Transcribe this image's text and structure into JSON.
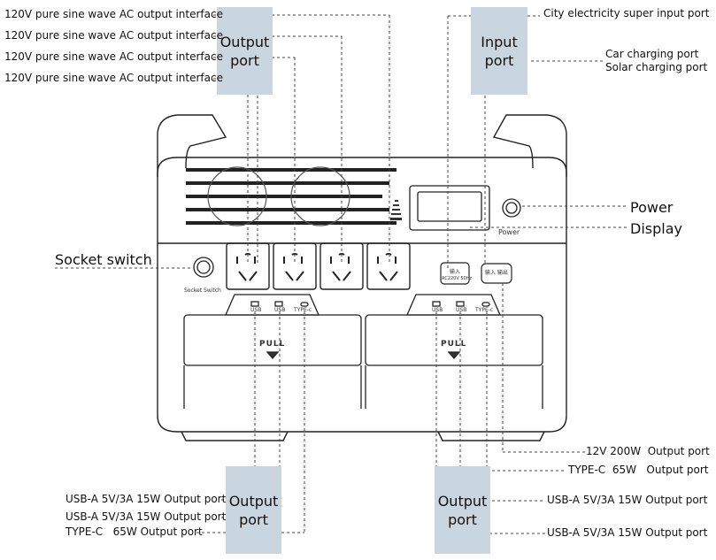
{
  "top_left_labels": [
    "120V pure sine wave AC output interface",
    "120V pure sine wave AC output interface",
    "120V pure sine wave AC output interface",
    "120V pure sine wave AC output interface"
  ],
  "top_output_box": {
    "line1": "Output",
    "line2": "port"
  },
  "top_input_box": {
    "line1": "Input",
    "line2": "port"
  },
  "top_right_labels": {
    "city": "City electricity super input port",
    "car": "Car charging port",
    "solar": "Solar charging port"
  },
  "right_labels": {
    "power": "Power",
    "display": "Display"
  },
  "left_labels": {
    "socket_switch": "Socket switch"
  },
  "panel_text": {
    "socket_switch_small": "Socket Switch",
    "power_small": "Power",
    "usb_1": "USB",
    "usb_2": "USB",
    "typec_1": "TYPE-c",
    "usb_3": "USB",
    "usb_4": "USB",
    "typec_2": "TYPE-c",
    "pull_1": "PULL",
    "pull_2": "PULL",
    "input_icon_1": "输入",
    "input_icon_1_sub": "AC220V 50Hz",
    "input_icon_2": "输入 输出"
  },
  "bottom_left_labels": [
    "USB-A 5V/3A 15W Output port",
    "USB-A 5V/3A 15W Output port",
    "TYPE-C   65W Output port"
  ],
  "bottom_right_labels": {
    "dc12v": "12V 200W  Output port",
    "typec": "TYPE-C  65W   Output port",
    "usb_a_1": "USB-A 5V/3A 15W Output port",
    "usb_a_2": "USB-A 5V/3A 15W Output port"
  },
  "bottom_left_box": {
    "line1": "Output",
    "line2": "port"
  },
  "bottom_right_box": {
    "line1": "Output",
    "line2": "port"
  },
  "colors": {
    "box_fill": "#c9d6df",
    "line": "#222222",
    "leader": "#444444"
  }
}
